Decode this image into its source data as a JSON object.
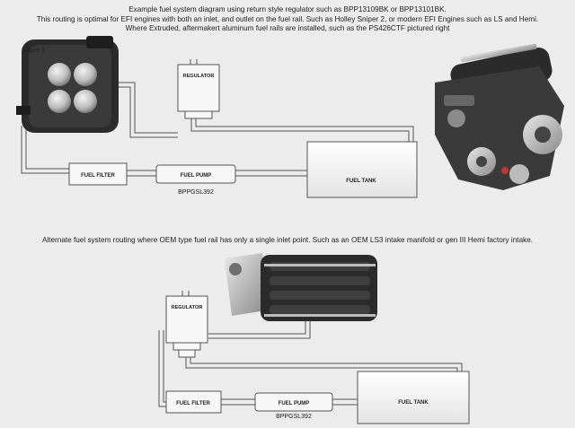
{
  "captions": {
    "top_line1": "Example fuel system diagram using return style regulator such as BPP13109BK or BPP13101BK.",
    "top_line2": "This routing is optimal for EFI engines with both an inlet, and outlet on the fuel rail. Such as Holley Sniper 2, or modern EFI Engines such as LS and Hemi.",
    "top_line3": "Where Extruded, aftermakert aluminum fuel rails are installed, such as the PS426CTF pictured right",
    "bottom": "Alternate fuel system routing where OEM type fuel rail has only a single inlet point. Such as an OEM LS3 intake manifold or gen III Hemi factory intake."
  },
  "diagram1": {
    "throttle_body_label": "Sniper 2",
    "regulator_label": "REGULATOR",
    "fuel_filter_label": "FUEL FILTER",
    "fuel_pump_label": "FUEL PUMP",
    "fuel_pump_part": "BPPGSL392",
    "fuel_tank_label": "FUEL TANK"
  },
  "diagram2": {
    "regulator_label": "REGULATOR",
    "fuel_filter_label": "FUEL FILTER",
    "fuel_pump_label": "FUEL PUMP",
    "fuel_pump_part": "BPPGSL392",
    "fuel_tank_label": "FUEL TANK"
  },
  "colors": {
    "background": "#ececec",
    "line": "#555555",
    "box_fill": "#f7f7f7",
    "engine_dark": "#2b2b2b"
  }
}
